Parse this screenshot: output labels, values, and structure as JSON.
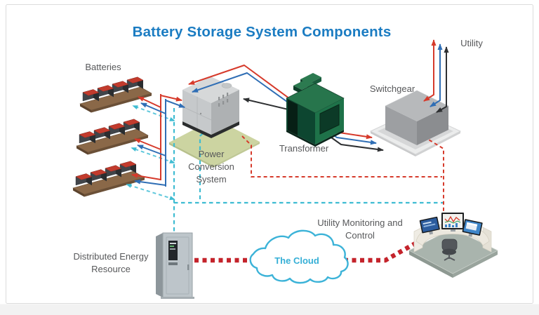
{
  "title": "Battery Storage System Components",
  "components": {
    "batteries": {
      "label": "Batteries",
      "pallet_count": 3,
      "modules_per_pallet": 4
    },
    "power_conversion_system": {
      "label_lines": [
        "Power",
        "Conversion",
        "System"
      ]
    },
    "transformer": {
      "label": "Transformer"
    },
    "switchgear": {
      "label": "Switchgear"
    },
    "utility": {
      "label": "Utility"
    },
    "utility_monitoring": {
      "label_lines": [
        "Utility Monitoring and",
        "Control"
      ]
    },
    "distributed_energy_resource": {
      "label_lines": [
        "Distributed Energy",
        "Resource"
      ]
    },
    "cloud": {
      "label": "The Cloud"
    }
  },
  "line_styles": {
    "solid_arrow_colors": [
      "#d63a2b",
      "#2f6eb5",
      "#2e3032"
    ],
    "dashed_teal": "#3fbcd2",
    "dashed_red": "#d63a2b",
    "thick_dotted_red": "#c4232b"
  },
  "colors": {
    "title_blue": "#1b7cc2",
    "label_gray": "#57585a",
    "power_red": "#d63a2b",
    "power_blue": "#2f6eb5",
    "power_black": "#2e3032",
    "control_teal": "#3fbcd2",
    "control_teal_light": "#5fc8dc",
    "dashed_red": "#d63a2b",
    "internet_red": "#c4232b",
    "cloud_blue": "#35afd6",
    "pcs_pad_green": "#ccd4a1",
    "transformer_green": "#1e7249",
    "battery_red": "#c23b2d",
    "pallet_brown": "#8a6848",
    "cabinet_gray": "#c6c9cb",
    "platform_gray": "#a9b4ad"
  }
}
